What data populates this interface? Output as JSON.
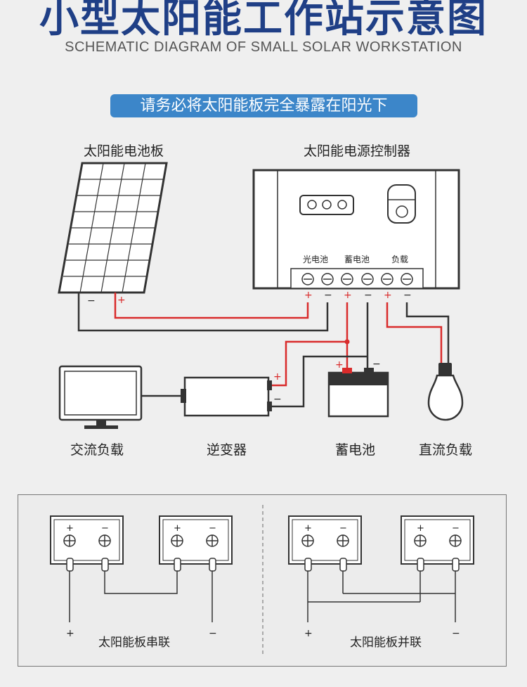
{
  "title": "小型太阳能工作站示意图",
  "subtitle": "SCHEMATIC DIAGRAM OF SMALL SOLAR WORKSTATION",
  "notice": "请务必将太阳能板完全暴露在阳光下",
  "labels": {
    "solar_panel": "太阳能电池板",
    "controller": "太阳能电源控制器",
    "ctrl_pv": "光电池",
    "ctrl_battery": "蓄电池",
    "ctrl_load": "负载",
    "ac_load": "交流负载",
    "inverter": "逆变器",
    "battery": "蓄电池",
    "dc_load": "直流负载"
  },
  "polarity": {
    "plus": "+",
    "minus": "−"
  },
  "bottom": {
    "series_label": "太阳能板串联",
    "parallel_label": "太阳能板并联"
  },
  "colors": {
    "title": "#1f3f86",
    "notice_bg": "#3c86c9",
    "positive_wire": "#d92b2b",
    "wire": "#333333"
  }
}
